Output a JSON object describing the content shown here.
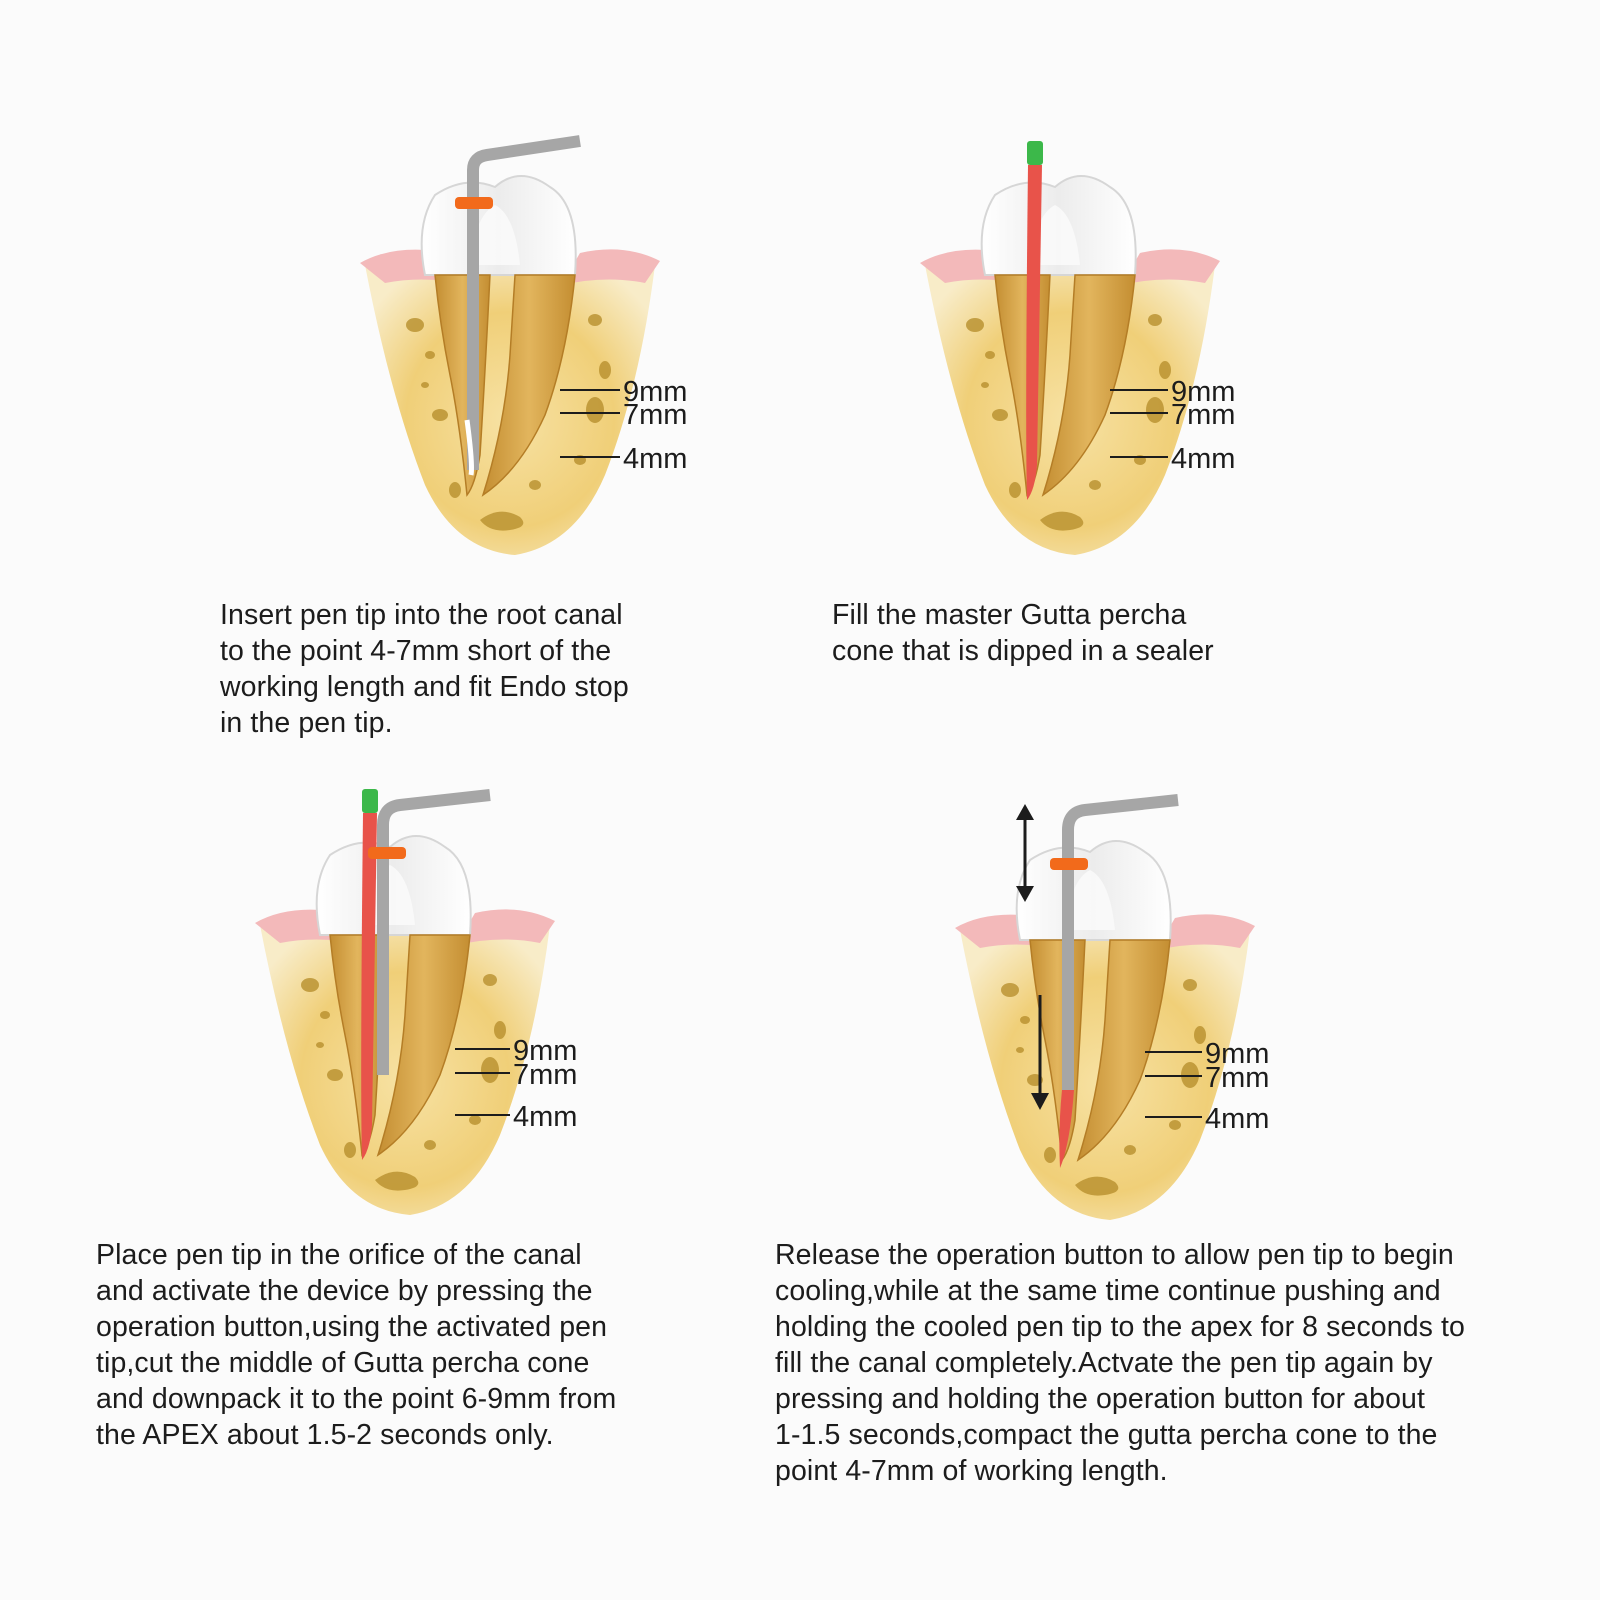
{
  "steps": [
    {
      "caption": [
        "Insert pen tip into the root canal",
        "to the point 4-7mm short of the",
        "working length and fit Endo stop",
        "in the pen tip."
      ],
      "labels": [
        "9mm",
        "7mm",
        "4mm"
      ]
    },
    {
      "caption": [
        "Fill the master Gutta percha",
        "cone that is dipped in a sealer"
      ],
      "labels": [
        "9mm",
        "7mm",
        "4mm"
      ]
    },
    {
      "caption": [
        "Place pen tip in the orifice of the canal",
        "and activate the device by pressing the",
        "operation button,using the activated pen",
        "tip,cut the middle of Gutta percha cone",
        "and downpack it to the point 6-9mm from",
        "the APEX about 1.5-2 seconds only."
      ],
      "labels": [
        "9mm",
        "7mm",
        "4mm"
      ]
    },
    {
      "caption": [
        "Release the operation button to allow pen tip to begin",
        "cooling,while at the same time continue pushing and",
        "holding the cooled pen tip to the apex for 8 seconds to",
        "fill the canal completely.Actvate the pen tip again by",
        "pressing and holding the operation button for about",
        "1-1.5 seconds,compact the gutta percha cone to the",
        "point 4-7mm of working length."
      ],
      "labels": [
        "9mm",
        "7mm",
        "4mm"
      ]
    }
  ],
  "colors": {
    "bone": "#edc96a",
    "bone_light": "#f7e2a4",
    "bone_pore": "#b8902e",
    "root": "#d9a74a",
    "root_dark": "#b47d26",
    "gum": "#f3b9ba",
    "crown": "#f2f2f2",
    "plugger": "#a6a6a6",
    "endo_stop": "#f26a1b",
    "gutta_percha": "#e8534a",
    "gutta_cap": "#3cb84a"
  }
}
